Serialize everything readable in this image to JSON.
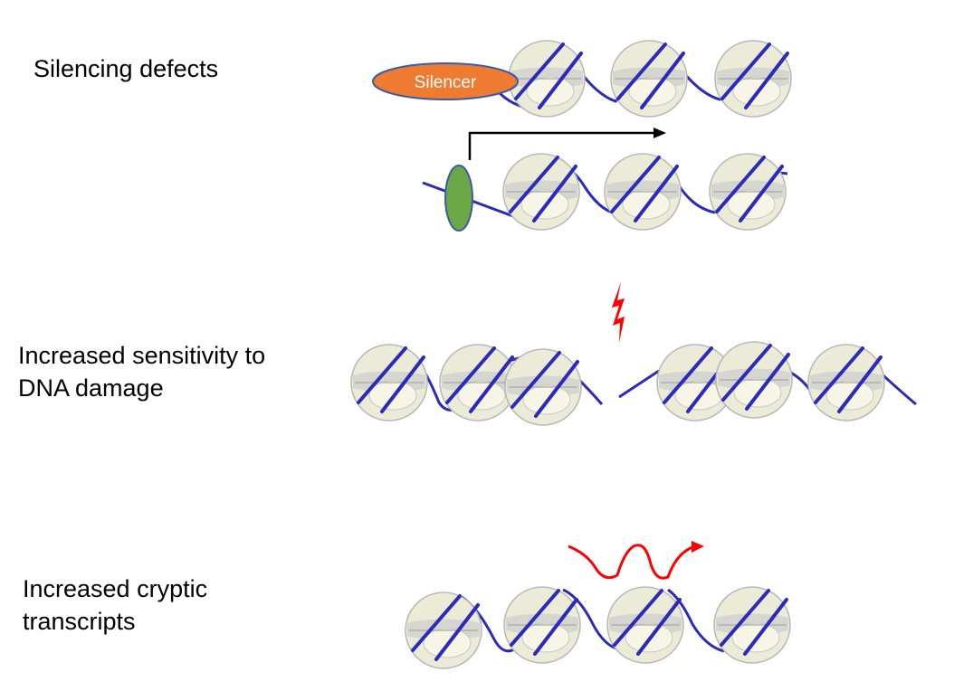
{
  "labels": {
    "silencing": "Silencing defects",
    "damage_line1": "Increased sensitivity to",
    "damage_line2": "DNA damage",
    "cryptic_line1": "Increased cryptic",
    "cryptic_line2": "transcripts"
  },
  "silencer_label": "Silencer",
  "colors": {
    "dna": "#2b2bb8",
    "nucleosome_fill": "#ecebd8",
    "nucleosome_shade": "#cfcfcf",
    "silencer": "#ee7b30",
    "activator": "#6aa845",
    "damage": "#ff0000",
    "transcript": "#ff0000",
    "arrow": "#000000"
  },
  "icons": {
    "damage": "lightning-bolt-icon",
    "transcript": "wavy-arrow-icon",
    "transcription_start": "bent-arrow-icon"
  }
}
